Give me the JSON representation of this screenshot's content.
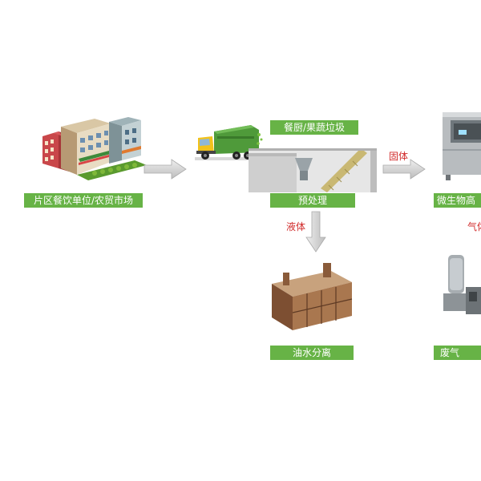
{
  "labels": {
    "source": "片区餐饮单位/农贸市场",
    "waste": "餐厨/果蔬垃圾",
    "pretreat": "预处理",
    "microbe": "微生物高",
    "oil_water": "油水分离",
    "exhaust": "废气"
  },
  "flows": {
    "solid": "固体",
    "liquid": "液体",
    "gas": "气体"
  },
  "colors": {
    "label_green": "#67b346",
    "flow_red": "#d12b2b",
    "arrow_gray": "#c8c8c8"
  }
}
